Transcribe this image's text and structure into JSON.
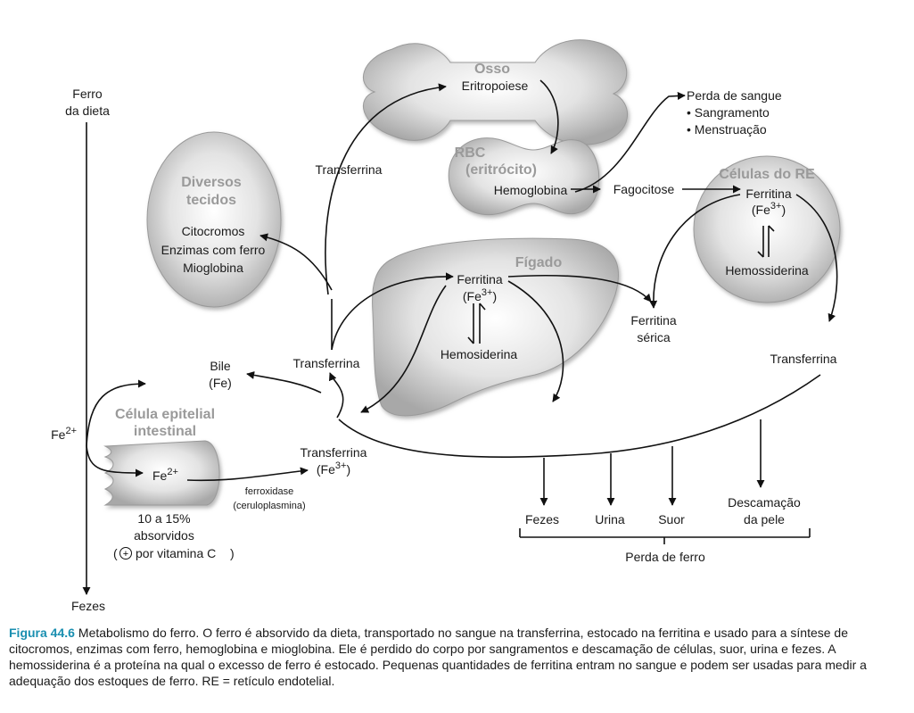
{
  "diet": {
    "line1": "Ferro",
    "line2": "da dieta"
  },
  "feces_left": "Fezes",
  "fe2_left": "Fe",
  "fe2_sup": "2+",
  "bone": {
    "title": "Osso",
    "label": "Eritropoiese"
  },
  "rbc": {
    "title_line1": "RBC",
    "title_line2": "(eritrócito)",
    "label": "Hemoglobina"
  },
  "blood_loss": {
    "title": "Perda de sangue",
    "item1": "• Sangramento",
    "item2": "• Menstruação"
  },
  "phagocytosis": "Fagocitose",
  "re_cells": {
    "title": "Células do RE",
    "ferritin": "Ferritina",
    "fe_base": "(Fe",
    "fe_sup": "3+",
    "fe_close": ")",
    "hemosiderin": "Hemossiderina"
  },
  "tissues": {
    "title_line1": "Diversos",
    "title_line2": "tecidos",
    "item1": "Citocromos",
    "item2": "Enzimas com ferro",
    "item3": "Mioglobina"
  },
  "transferrin_top": "Transferrina",
  "liver": {
    "title": "Fígado",
    "ferritin": "Ferritina",
    "fe_base": "(Fe",
    "fe_sup": "3+",
    "fe_close": ")",
    "hemosiderin": "Hemosiderina"
  },
  "serum_ferritin": {
    "line1": "Ferritina",
    "line2": "sérica"
  },
  "transferrin_mid": "Transferrina",
  "transferrin_right": "Transferrina",
  "bile": {
    "line1": "Bile",
    "line2": "(Fe)"
  },
  "epithelial": {
    "title_line1": "Célula epitelial",
    "title_line2": "intestinal",
    "fe": "Fe",
    "fe_sup": "2+"
  },
  "absorption": {
    "line1": "10 a 15%",
    "line2": "absorvidos",
    "line3": "por vitamina C",
    "plus": "+"
  },
  "ferroxidase": {
    "line1": "ferroxidase",
    "line2": "(ceruloplasmina)"
  },
  "transferrin_low": {
    "line1": "Transferrina",
    "fe_base": "(Fe",
    "fe_sup": "3+",
    "fe_close": ")"
  },
  "losses": {
    "feces": "Fezes",
    "urine": "Urina",
    "sweat": "Suor",
    "skin_line1": "Descamação",
    "skin_line2": "da pele",
    "total": "Perda de ferro"
  },
  "caption": {
    "label": "Figura 44.6",
    "text": "Metabolismo do ferro. O ferro é absorvido da dieta, transportado no sangue na transferrina, estocado na ferritina e usado para a síntese de citocromos, enzimas com ferro, hemoglobina e mioglobina. Ele é perdido do corpo por sangramentos e descamação de células, suor, urina e fezes. A hemossiderina é a proteína na qual o excesso de ferro é estocado. Pequenas quantidades de ferritina entram no sangue e podem ser usadas para medir a adequação dos estoques de ferro. RE = retículo endotelial."
  }
}
